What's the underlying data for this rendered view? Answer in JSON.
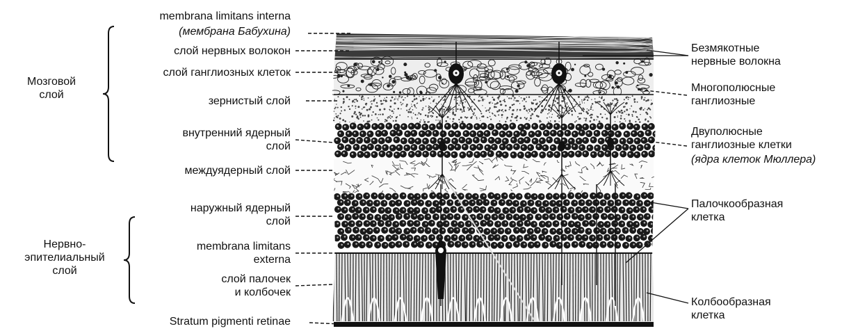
{
  "figure": {
    "left_labels": [
      {
        "id": "mli",
        "lines": [
          "membrana limitans interna"
        ]
      },
      {
        "id": "mli_alt",
        "lines": [
          "(мембрана Бабухина)"
        ]
      },
      {
        "id": "nerve_fiber",
        "lines": [
          "слой нервных волокон"
        ]
      },
      {
        "id": "ganglion",
        "lines": [
          "слой ганглиозных клеток"
        ]
      },
      {
        "id": "granular",
        "lines": [
          "зернистый слой"
        ]
      },
      {
        "id": "inner_nuclear",
        "lines": [
          "внутренний ядерный",
          "слой"
        ]
      },
      {
        "id": "internuclear",
        "lines": [
          "междуядерный слой"
        ]
      },
      {
        "id": "outer_nuclear",
        "lines": [
          "наружный ядерный",
          "слой"
        ]
      },
      {
        "id": "mle",
        "lines": [
          "membrana limitans",
          "externa"
        ]
      },
      {
        "id": "rods_cones",
        "lines": [
          "слой палочек",
          "и колбочек"
        ]
      },
      {
        "id": "pigment",
        "lines": [
          "Stratum pigmenti retinae"
        ]
      }
    ],
    "group_labels": [
      {
        "id": "brain",
        "lines": [
          "Мозговой",
          "слой"
        ]
      },
      {
        "id": "neuroepithelial",
        "lines": [
          "Нервно-",
          "эпителиальный",
          "слой"
        ]
      }
    ],
    "right_labels": [
      {
        "id": "unmyelinated",
        "lines": [
          "Безмякотные",
          "нервные волокна"
        ]
      },
      {
        "id": "multipolar",
        "lines": [
          "Многополюсные",
          "ганглиозные"
        ]
      },
      {
        "id": "bipolar",
        "lines": [
          "Двуполюсные",
          "ганглиозные клетки"
        ]
      },
      {
        "id": "bipolar_alt",
        "lines": [
          "(ядра клеток Мюллера)"
        ]
      },
      {
        "id": "rod",
        "lines": [
          "Палочкообразная",
          "клетка"
        ]
      },
      {
        "id": "cone",
        "lines": [
          "Колбообразная",
          "клетка"
        ]
      }
    ]
  }
}
